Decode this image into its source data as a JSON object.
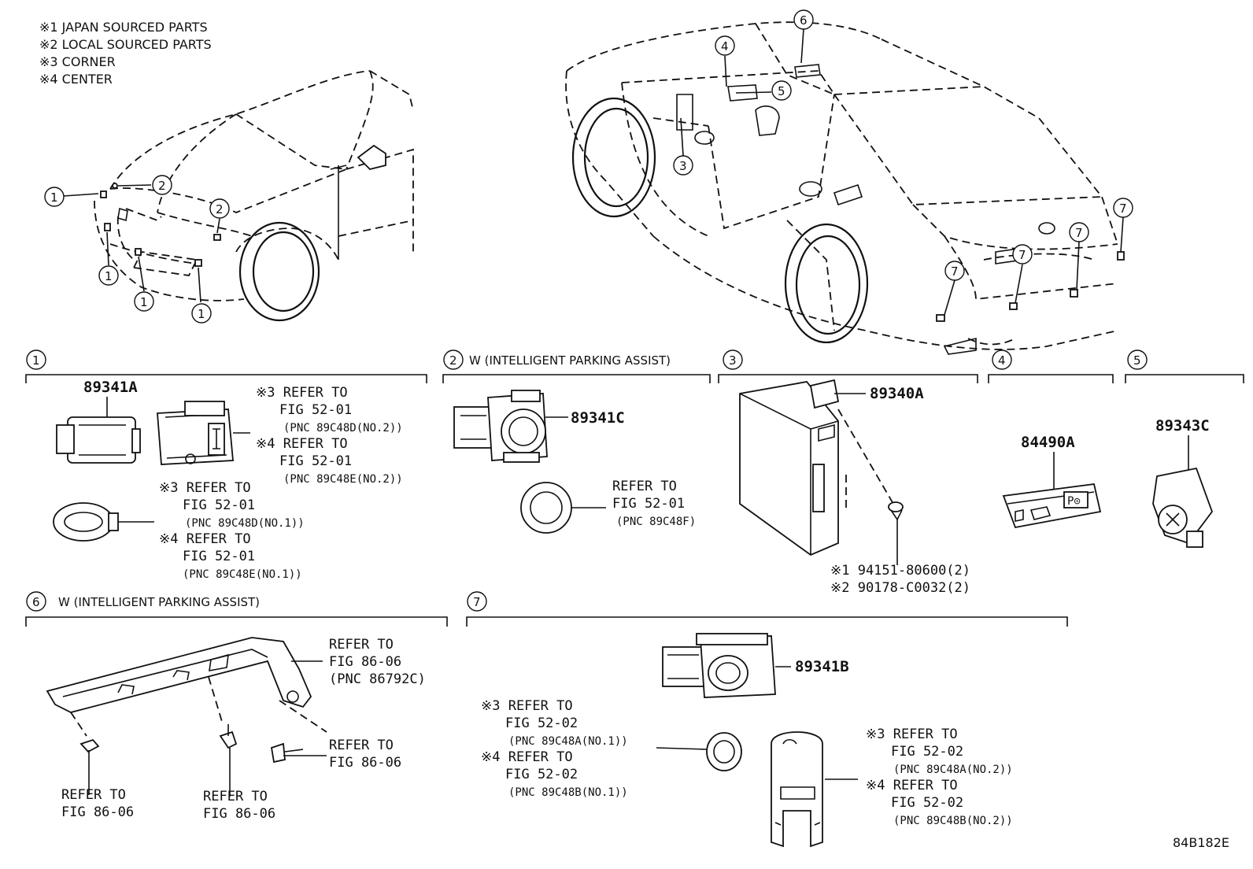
{
  "notes": [
    "※1 JAPAN SOURCED PARTS",
    "※2 LOCAL SOURCED PARTS",
    "※3 CORNER",
    "※4 CENTER"
  ],
  "callouts": {
    "n1": "1",
    "n2": "2",
    "n3": "3",
    "n4": "4",
    "n5": "5",
    "n6": "6",
    "n7": "7"
  },
  "sections": {
    "s1": {
      "num": "1"
    },
    "s2": {
      "num": "2",
      "title": "W (INTELLIGENT PARKING ASSIST)"
    },
    "s3": {
      "num": "3"
    },
    "s4": {
      "num": "4"
    },
    "s5": {
      "num": "5"
    },
    "s6": {
      "num": "6",
      "title": "W (INTELLIGENT PARKING ASSIST)"
    },
    "s7": {
      "num": "7"
    }
  },
  "parts": {
    "p89341A": "89341A",
    "p89341C": "89341C",
    "p89340A": "89340A",
    "p84490A": "84490A",
    "p89343C": "89343C",
    "p89341B": "89341B"
  },
  "refs": {
    "r1a": [
      "※3 REFER TO",
      "FIG 52-01",
      "(PNC 89C48D(NO.2))"
    ],
    "r1b": [
      "※4 REFER TO",
      "FIG 52-01",
      "(PNC 89C48E(NO.2))"
    ],
    "r1c": [
      "※3 REFER TO",
      "FIG 52-01",
      "(PNC 89C48D(NO.1))"
    ],
    "r1d": [
      "※4 REFER TO",
      "FIG 52-01",
      "(PNC 89C48E(NO.1))"
    ],
    "r2": [
      "REFER TO",
      "FIG 52-01",
      "(PNC 89C48F)"
    ],
    "r3": [
      "※1 94151-80600(2)",
      "※2 90178-C0032(2)"
    ],
    "r6a": [
      "REFER TO",
      "FIG 86-06",
      "(PNC 86792C)"
    ],
    "r6b": [
      "REFER TO",
      "FIG 86-06"
    ],
    "r6c": [
      "REFER TO",
      "FIG 86-06"
    ],
    "r6d": [
      "REFER TO",
      "FIG 86-06"
    ],
    "r7a": [
      "※3 REFER TO",
      "FIG 52-02",
      "(PNC 89C48A(NO.1))"
    ],
    "r7b": [
      "※4 REFER TO",
      "FIG 52-02",
      "(PNC 89C48B(NO.1))"
    ],
    "r7c": [
      "※3 REFER TO",
      "FIG 52-02",
      "(PNC 89C48A(NO.2))"
    ],
    "r7d": [
      "※4 REFER TO",
      "FIG 52-02",
      "(PNC 89C48B(NO.2))"
    ]
  },
  "pr_label": "P⊙",
  "code": "84B182E"
}
